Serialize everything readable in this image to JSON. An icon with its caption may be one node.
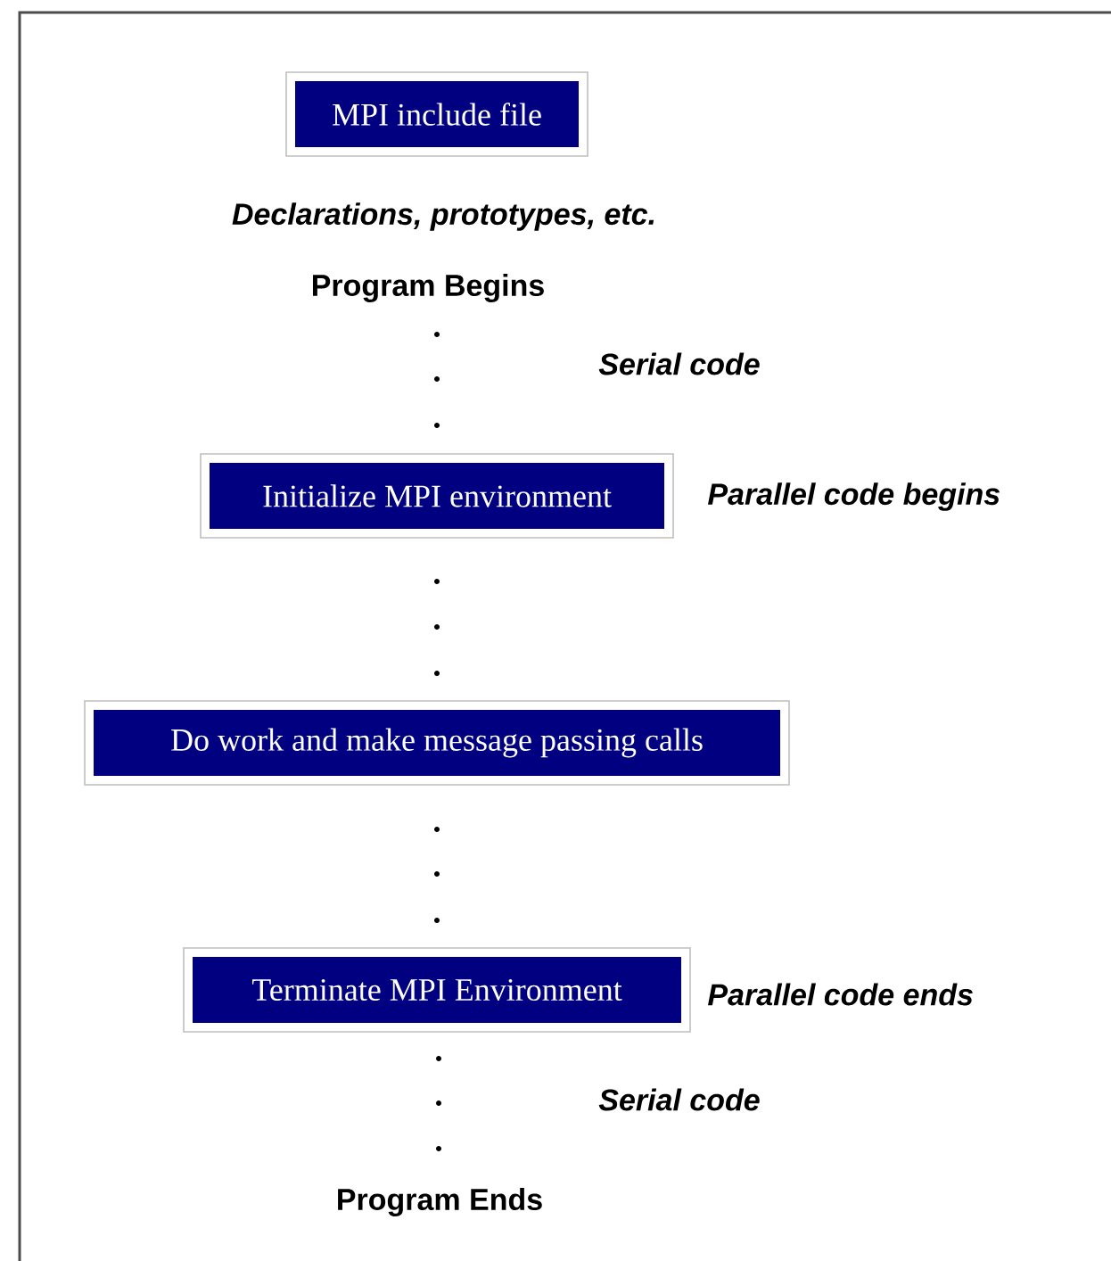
{
  "diagram": {
    "nodes": [
      {
        "text": [
          "MPI include file"
        ]
      },
      {
        "text": [
          "Initialize MPI environment"
        ],
        "beside": [
          "Parallel code begins"
        ]
      },
      {
        "text": [
          "Do work and make message passing calls"
        ]
      },
      {
        "text": [
          "Terminate MPI Environment"
        ],
        "beside": [
          "Parallel code ends"
        ]
      }
    ],
    "labels": [
      "Declarations, prototypes, etc.",
      "Program Begins",
      "Serial code",
      "Serial code",
      "Program Ends"
    ]
  }
}
